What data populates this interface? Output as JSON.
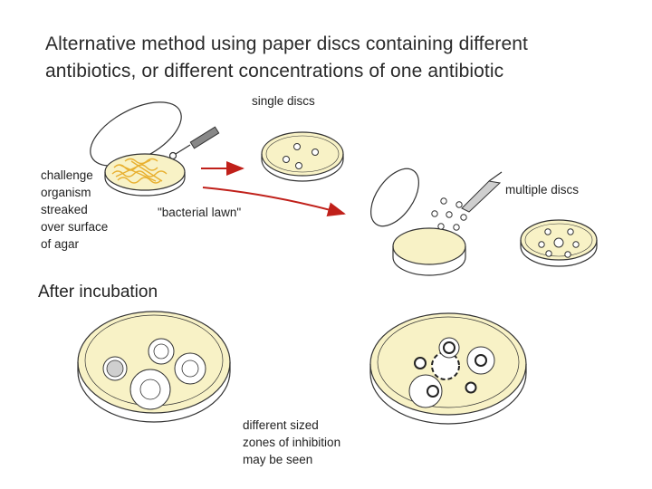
{
  "title": {
    "line1": "Alternative method using paper discs containing different",
    "line2": "antibiotics, or different concentrations of one antibiotic"
  },
  "labels": {
    "single_discs": "single discs",
    "multiple_discs": "multiple discs",
    "challenge": [
      "challenge",
      "organism",
      "streaked",
      "over surface",
      "of agar"
    ],
    "bacterial_lawn": "\"bacterial lawn\"",
    "after_incubation": "After incubation",
    "zones": [
      "different sized",
      "zones of inhibition",
      "may be seen"
    ]
  },
  "colors": {
    "agar": "#f8f2c6",
    "streak": "#f0c040",
    "arrow": "#c0201a",
    "outline": "#333333",
    "zone": "#ffffff",
    "disc_inner": "#cfcfcf"
  }
}
